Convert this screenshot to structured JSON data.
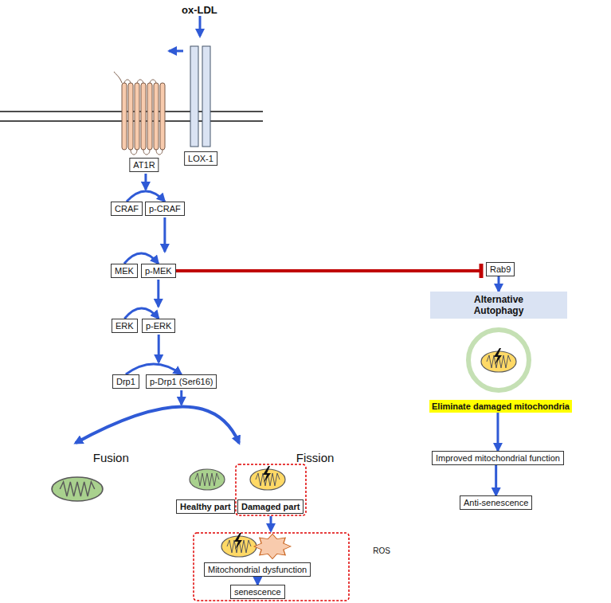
{
  "diagram": {
    "nodes": [
      {
        "text": [
          "AT1R"
        ]
      },
      {
        "text": [
          "LOX-1"
        ]
      },
      {
        "text": [
          "CRAF"
        ]
      },
      {
        "text": [
          "p-CRAF"
        ]
      },
      {
        "text": [
          "MEK"
        ]
      },
      {
        "text": [
          "p-MEK"
        ]
      },
      {
        "text": [
          "ERK"
        ]
      },
      {
        "text": [
          "p-ERK"
        ]
      },
      {
        "text": [
          "Drp1"
        ]
      },
      {
        "text": [
          "p-Drp1 (Ser616)"
        ]
      },
      {
        "text": [
          "Healthy part"
        ]
      },
      {
        "text": [
          "Damaged part"
        ]
      },
      {
        "text": [
          "Mitochondrial dysfunction"
        ]
      },
      {
        "text": [
          "senescence"
        ]
      },
      {
        "text": [
          "Rab9"
        ]
      },
      {
        "text": [
          "Alternative Autophagy"
        ]
      },
      {
        "text": [
          "Eliminate damaged mitochondria"
        ]
      },
      {
        "text": [
          "Improved mitochondrial function"
        ]
      },
      {
        "text": [
          "Anti-senescence"
        ]
      }
    ],
    "edges": [
      {
        "from": 1,
        "to": 0,
        "arrow": "to"
      },
      {
        "from": 2,
        "to": 3,
        "arrow": "to"
      },
      {
        "from": 4,
        "to": 5,
        "arrow": "to"
      },
      {
        "from": 6,
        "to": 7,
        "arrow": "to"
      },
      {
        "from": 8,
        "to": 9,
        "arrow": "to"
      },
      {
        "from": 5,
        "to": 14,
        "arrow": "to"
      },
      {
        "from": 14,
        "to": 15,
        "arrow": "to"
      },
      {
        "from": 16,
        "to": 17,
        "arrow": "to"
      },
      {
        "from": 17,
        "to": 18,
        "arrow": "to"
      },
      {
        "from": 12,
        "to": 13,
        "arrow": "to"
      }
    ],
    "labels": [
      "ox-LDL",
      "Fusion",
      "Fission",
      "ROS"
    ]
  }
}
